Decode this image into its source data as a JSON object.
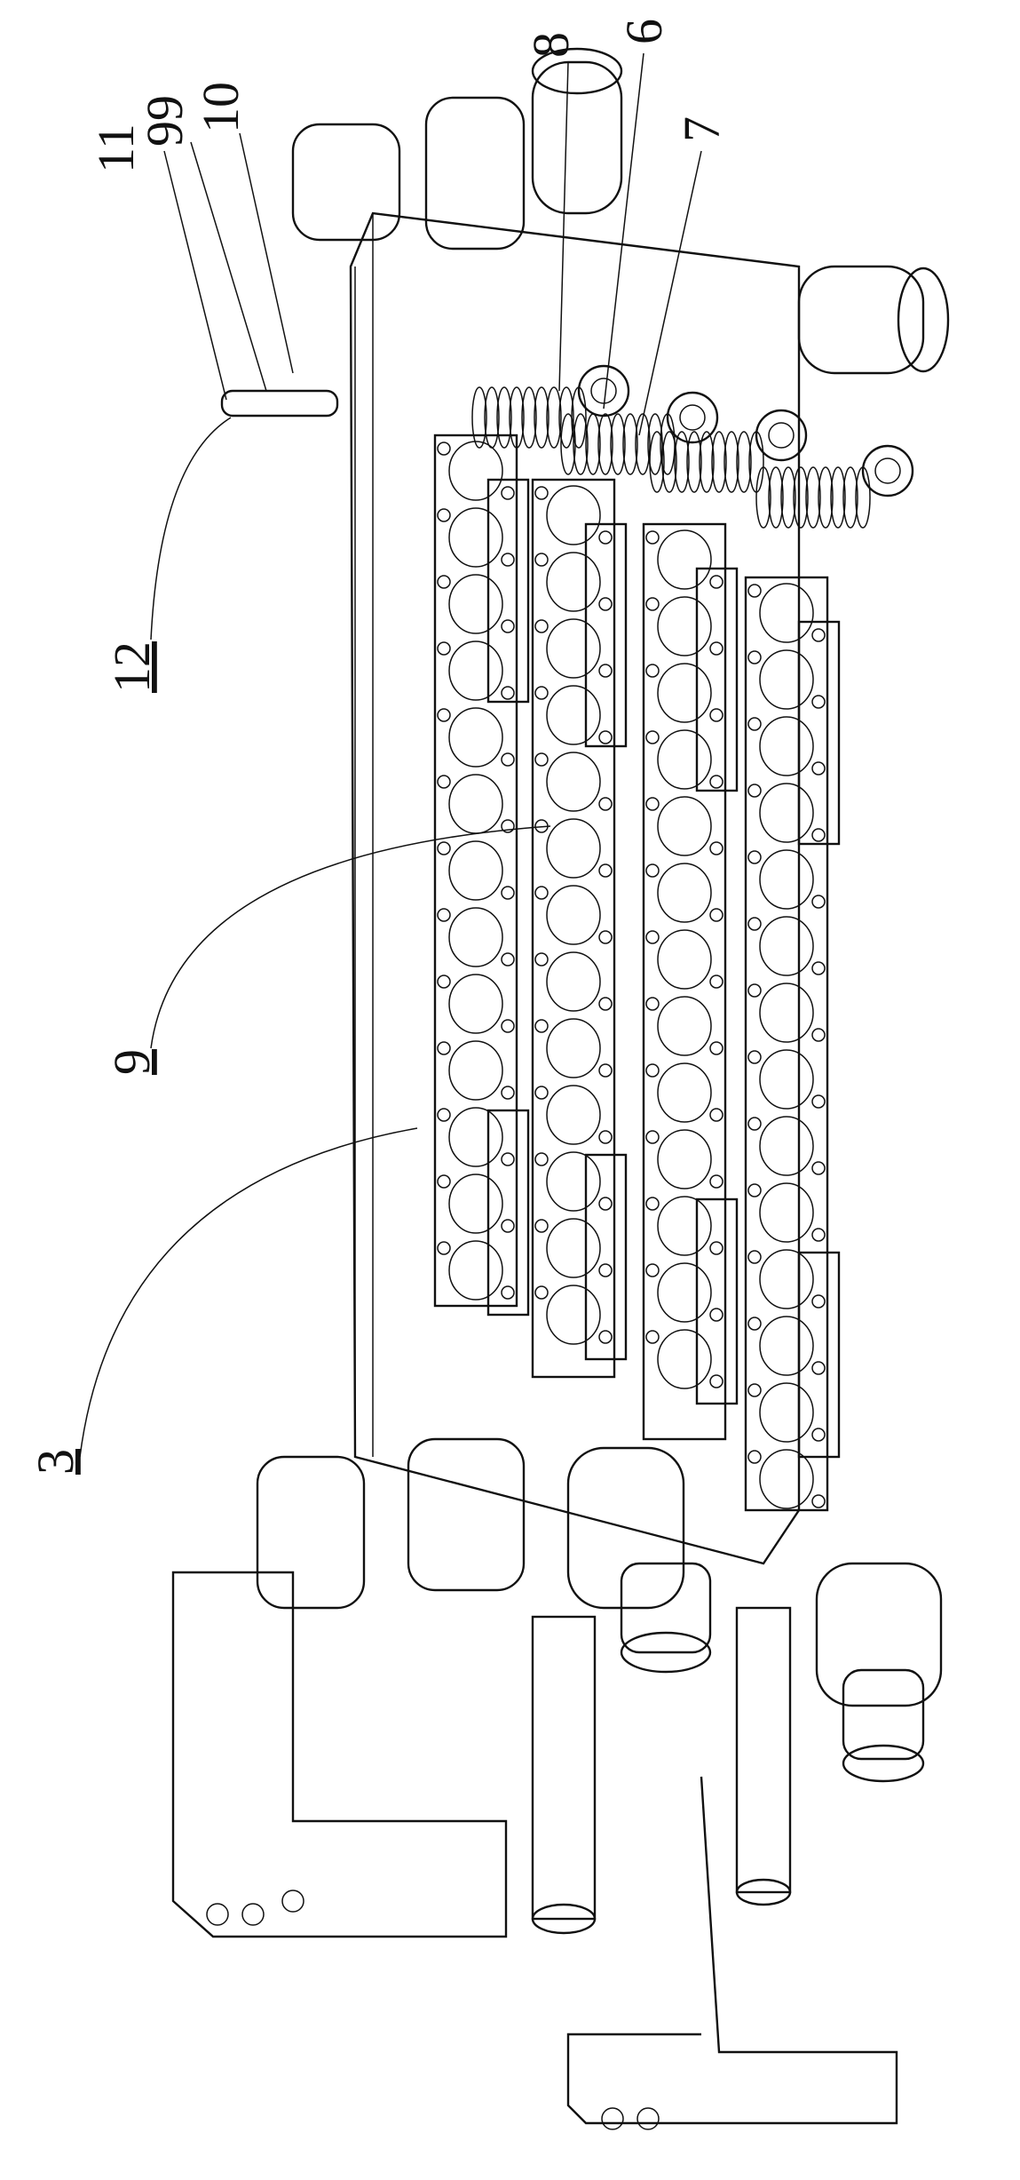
{
  "figure": {
    "reference_labels": [
      "11",
      "99",
      "10",
      "8",
      "6",
      "7",
      "12",
      "9",
      "3"
    ]
  }
}
